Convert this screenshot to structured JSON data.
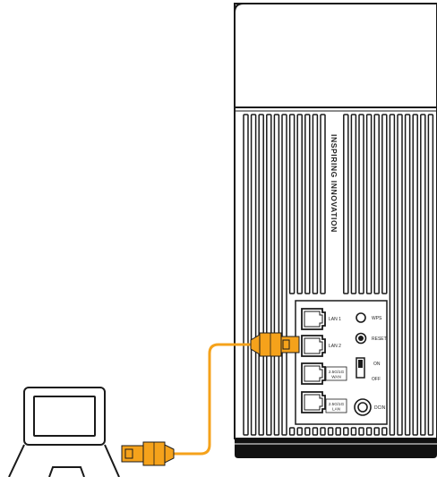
{
  "router": {
    "brand_text": "INSPIRING INNOVATION",
    "ports": [
      {
        "label": "LAN 1"
      },
      {
        "label": "LAN 2"
      },
      {
        "label": "2.5G/1G WAN",
        "line1": "2.5G/1G",
        "line2": "WAN"
      },
      {
        "label": "2.5G/1G LAN",
        "line1": "2.5G/1G",
        "line2": "LAN"
      }
    ],
    "buttons": {
      "wps": "WPS",
      "reset": "RESET",
      "power_on": "ON",
      "power_off": "OFF",
      "dc_in": "DCIN"
    }
  },
  "cable": {
    "color": "#F5A21B",
    "connects": [
      "laptop",
      "LAN 2"
    ]
  },
  "colors": {
    "line": "#1a1a1a",
    "background": "#ffffff"
  }
}
